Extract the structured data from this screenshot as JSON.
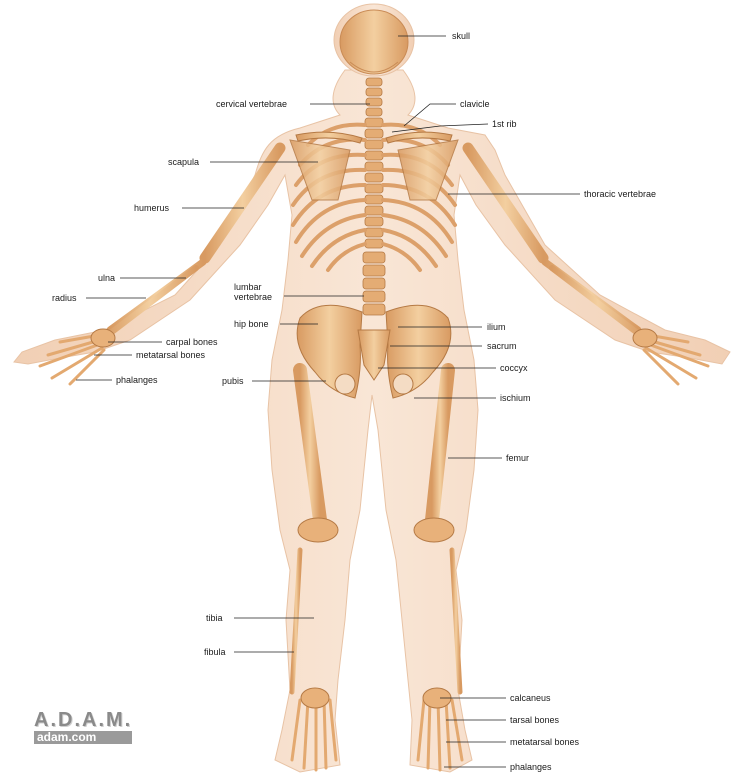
{
  "labels": {
    "skull": "skull",
    "cervical_vertebrae": "cervical vertebrae",
    "clavicle": "clavicle",
    "first_rib": "1st rib",
    "scapula": "scapula",
    "thoracic_vertebrae": "thoracic vertebrae",
    "humerus": "humerus",
    "ulna": "ulna",
    "radius": "radius",
    "lumbar_vertebrae": "lumbar vertebrae",
    "hip_bone": "hip bone",
    "ilium": "ilium",
    "sacrum": "sacrum",
    "carpal_bones": "carpal bones",
    "metatarsal_bones_hand": "metatarsal bones",
    "phalanges_hand": "phalanges",
    "coccyx": "coccyx",
    "pubis": "pubis",
    "ischium": "ischium",
    "femur": "femur",
    "tibia": "tibia",
    "fibula": "fibula",
    "calcaneus": "calcaneus",
    "tarsal_bones": "tarsal bones",
    "metatarsal_bones_foot": "metatarsal bones",
    "phalanges_foot": "phalanges"
  },
  "logo": {
    "mark": "A.D.A.M.",
    "url": "adam.com"
  },
  "colors": {
    "skin": "#f6dcc6",
    "bone": "#e9b884",
    "bone_shadow": "#c98b55",
    "leader_line": "#222222"
  }
}
